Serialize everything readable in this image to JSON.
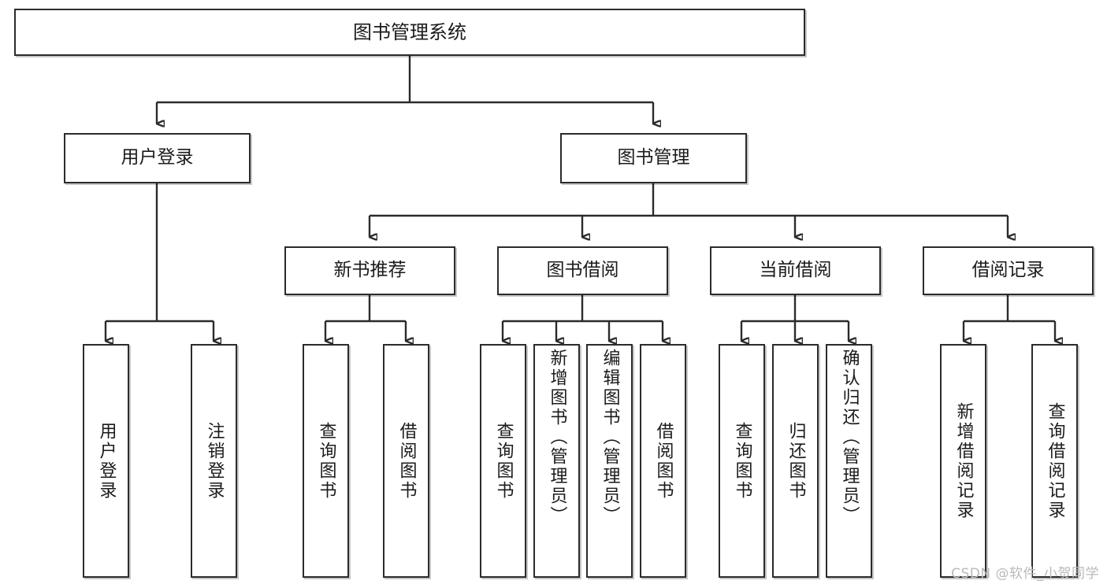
{
  "diagram": {
    "title": "图书管理系统",
    "type": "tree-hierarchy",
    "watermark": "CSDN @软件_小贺同学",
    "colors": {
      "stroke": "#2b2b2b",
      "fill": "#ffffff",
      "text": "#1b1b1b",
      "watermark": "#b9b9b9"
    },
    "root": {
      "label": "图书管理系统"
    },
    "level2": [
      {
        "label": "用户登录"
      },
      {
        "label": "图书管理"
      }
    ],
    "level3": [
      {
        "label": "新书推荐"
      },
      {
        "label": "图书借阅"
      },
      {
        "label": "当前借阅"
      },
      {
        "label": "借阅记录"
      }
    ],
    "leaves": {
      "user_login": [
        {
          "label": "用户登录"
        },
        {
          "label": "注销登录"
        }
      ],
      "new_book": [
        {
          "label": "查询图书"
        },
        {
          "label": "借阅图书"
        }
      ],
      "book_borrow": [
        {
          "label": "查询图书"
        },
        {
          "label": "新增图书（管理员）"
        },
        {
          "label": "编辑图书（管理员）"
        },
        {
          "label": "借阅图书"
        }
      ],
      "current_borrow": [
        {
          "label": "查询图书"
        },
        {
          "label": "归还图书"
        },
        {
          "label": "确认归还（管理员）"
        }
      ],
      "borrow_record": [
        {
          "label": "新增借阅记录"
        },
        {
          "label": "查询借阅记录"
        }
      ]
    }
  }
}
